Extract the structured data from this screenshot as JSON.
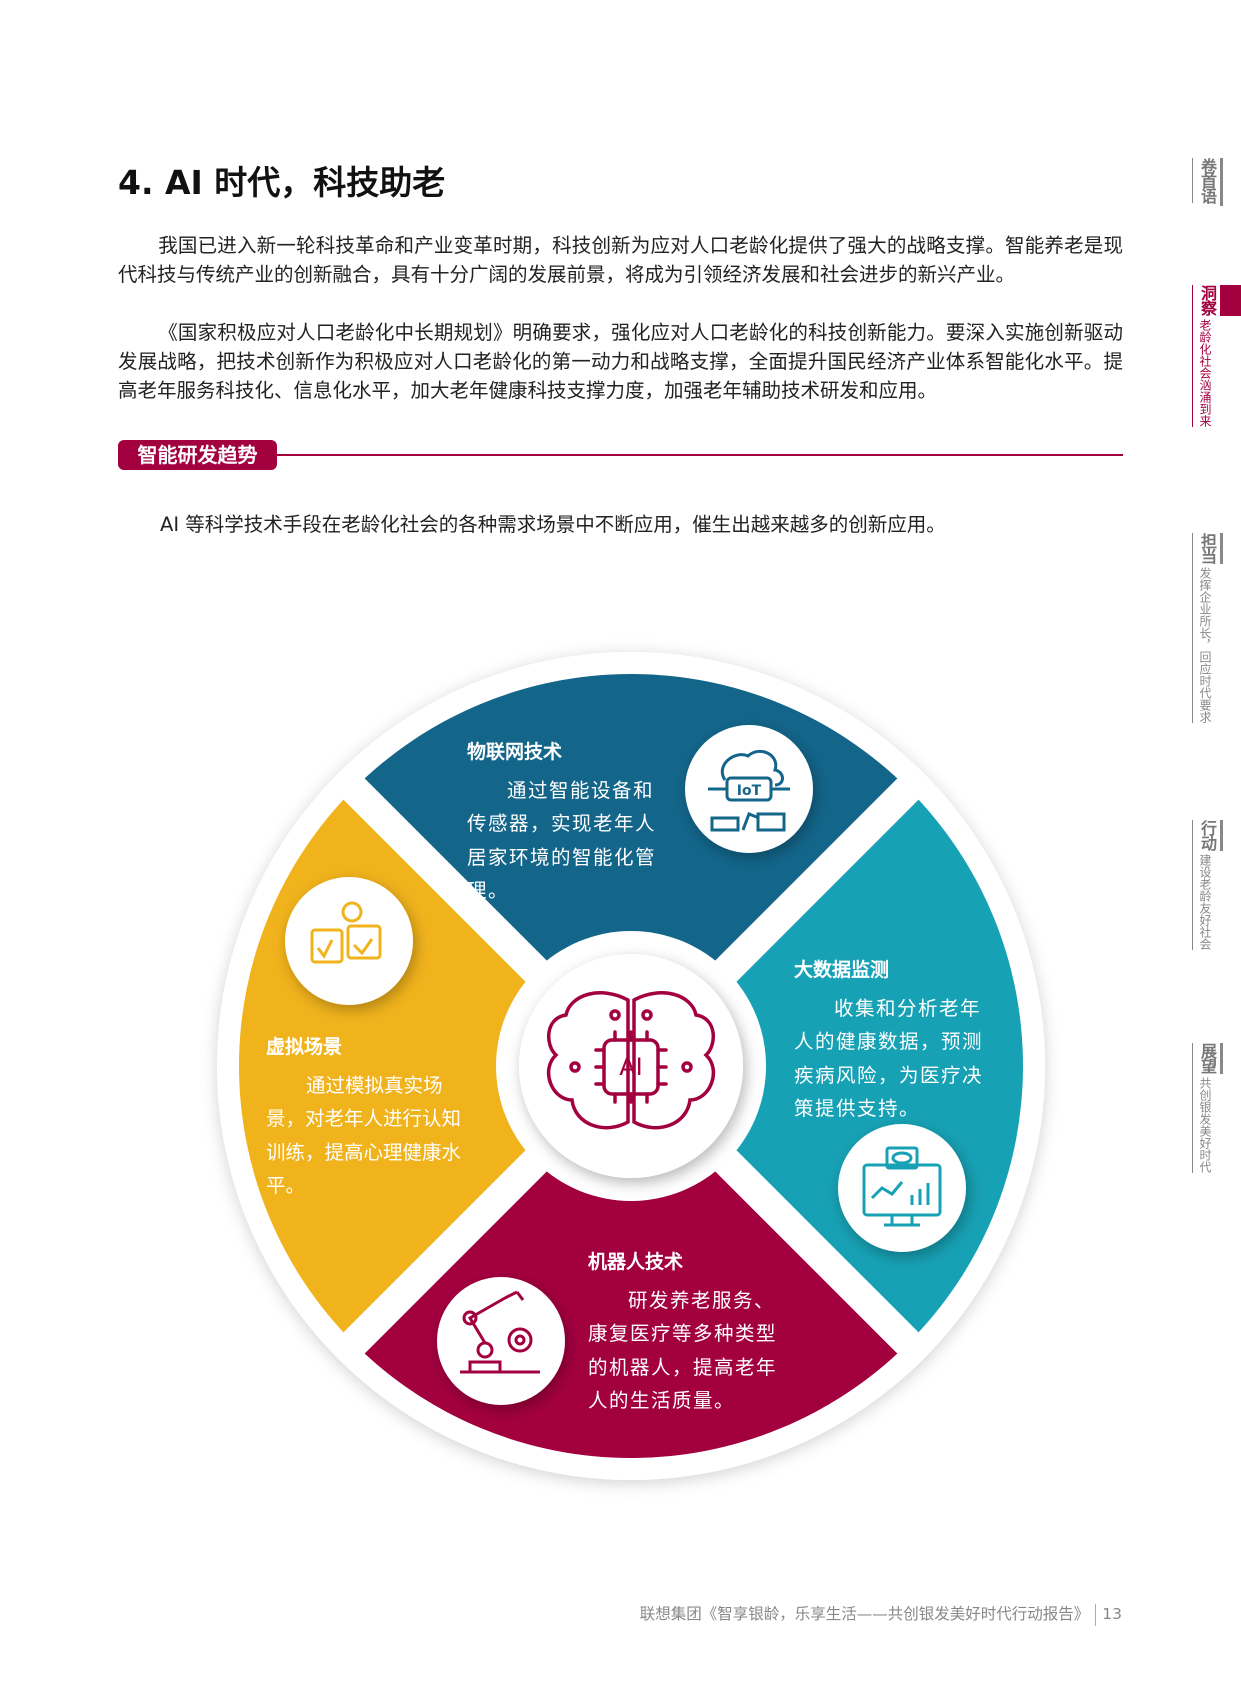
{
  "page": {
    "title": "4. AI 时代，科技助老",
    "paragraphs": [
      "我国已进入新一轮科技革命和产业变革时期，科技创新为应对人口老龄化提供了强大的战略支撑。智能养老是现代科技与传统产业的创新融合，具有十分广阔的发展前景，将成为引领经济发展和社会进步的新兴产业。",
      "《国家积极应对人口老龄化中长期规划》明确要求，强化应对人口老龄化的科技创新能力。要深入实施创新驱动发展战略，把技术创新作为积极应对人口老龄化的第一动力和战略支撑，全面提升国民经济产业体系智能化水平。提高老年服务科技化、信息化水平，加大老年健康科技支撑力度，加强老年辅助技术研发和应用。"
    ],
    "section_badge": "智能研发趋势",
    "intro": "AI 等科学技术手段在老龄化社会的各种需求场景中不断应用，催生出越来越多的创新应用。"
  },
  "diagram": {
    "center_icon": "ai-brain-icon",
    "center_label": "AI",
    "quadrants": [
      {
        "title": "物联网技术",
        "text": "通过智能设备和传感器，实现老年人居家环境的智能化管理。",
        "icon": "iot-icon",
        "icon_label": "IoT",
        "color": "#13658a"
      },
      {
        "title": "大数据监测",
        "text": "收集和分析老年人的健康数据，预测疾病风险，为医疗决策提供支持。",
        "icon": "data-monitor-icon",
        "color": "#17a1b4"
      },
      {
        "title": "机器人技术",
        "text": "研发养老服务、康复医疗等多种类型的机器人，提高老年人的生活质量。",
        "icon": "robot-arm-icon",
        "color": "#a3003f"
      },
      {
        "title": "虚拟场景",
        "text": "通过模拟真实场景，对老年人进行认知训练，提高心理健康水平。",
        "icon": "vr-scene-icon",
        "color": "#f1b31c"
      }
    ]
  },
  "sidebar": [
    {
      "main": "卷首语",
      "sub": ""
    },
    {
      "main": "洞察",
      "sub": "老龄化社会汹涌到来",
      "active": true
    },
    {
      "main": "担当",
      "sub": "发挥企业所长，回应时代要求"
    },
    {
      "main": "行动",
      "sub": "建设老龄友好社会"
    },
    {
      "main": "展望",
      "sub": "共创银发美好时代"
    }
  ],
  "footer": {
    "text": "联想集团《智享银龄，乐享生活——共创银发美好时代行动报告》",
    "page_number": "13"
  },
  "colors": {
    "accent": "#a3003f",
    "iot": "#13658a",
    "data": "#17a1b4",
    "robot": "#a3003f",
    "vr": "#f1b31c"
  }
}
